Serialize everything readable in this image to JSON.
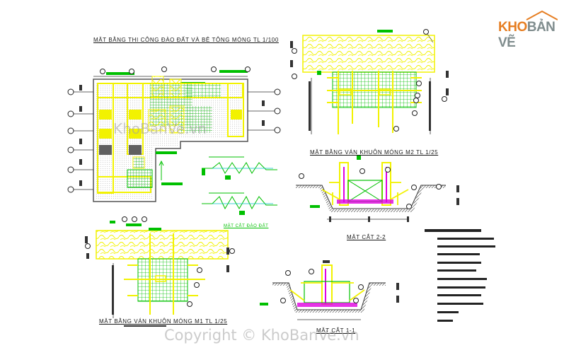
{
  "logo": {
    "part1": "KHO",
    "part2": "BẢN VẼ",
    "color1": "#e67e22",
    "color2": "#7f8c8d"
  },
  "titles": {
    "plan_excavation": "MẶT BẰNG THI CÔNG ĐÀO ĐẤT VÀ BÊ TÔNG MÓNG TL 1/100",
    "plan_formwork_m2": "MẶT BẰNG VÁN KHUÔN MÓNG M2 TL 1/25",
    "section_2_2": "MẶT CẮT 2-2",
    "plan_formwork_m1": "MẶT BẰNG VÁN KHUÔN MÓNG M1 TL 1/25",
    "section_1_1": "MẶT CẮT 1-1",
    "green_note": "MẶT CẮT ĐÀO ĐẤT"
  },
  "watermarks": {
    "center": "KhoBanVe.vn",
    "copyright": "Copyright © KhoBanVe.vn"
  },
  "colors": {
    "yellow": "#f2f200",
    "green": "#00c000",
    "magenta": "#e000e0",
    "dark": "#202020",
    "red": "#d00000"
  }
}
